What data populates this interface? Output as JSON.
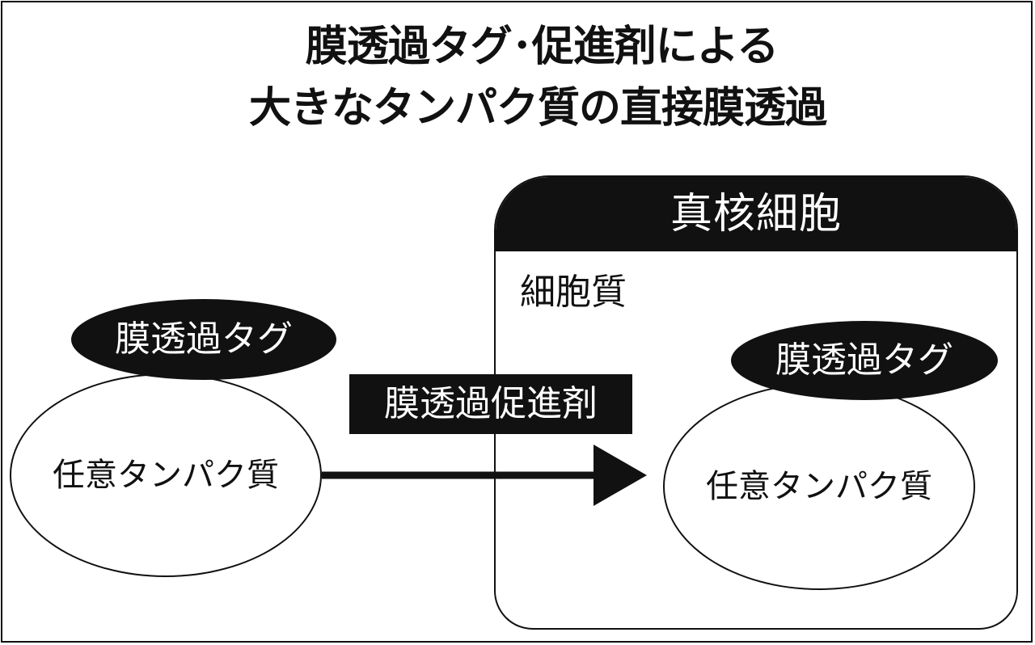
{
  "title": {
    "line1": "膜透過タグ･促進剤による",
    "line2": "大きなタンパク質の直接膜透過"
  },
  "cell": {
    "header": "真核細胞",
    "cytoplasm": "細胞質"
  },
  "left": {
    "tag": "膜透過タグ",
    "protein": "任意タンパク質"
  },
  "right": {
    "tag": "膜透過タグ",
    "protein": "任意タンパク質"
  },
  "promoter": "膜透過促進剤",
  "colors": {
    "ink": "#111111",
    "background": "#ffffff"
  }
}
